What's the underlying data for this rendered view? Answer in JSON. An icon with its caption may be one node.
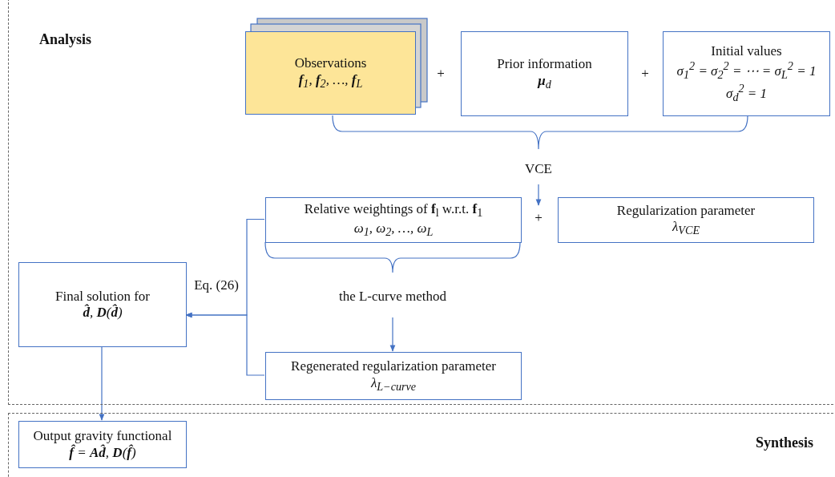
{
  "diagram": {
    "nodes": [
      {
        "text": [
          "Analysis"
        ]
      },
      {
        "text": [
          "Observations",
          "**f**$_{1}$, **f**$_{2}$, …, **f**$_{L}$"
        ],
        "in": 0
      },
      {
        "text": [
          "Prior information",
          "**μ**$_{d}$"
        ],
        "in": 0
      },
      {
        "text": [
          "Initial values",
          "σ$_{1}$$^{2}$ = σ$_{2}$$^{2}$ = ⋯ = σ$_{L}$$^{2}$ = 1",
          "σ$_{d}$$^{2}$ = 1"
        ],
        "in": 0
      },
      {
        "text": [
          "Relative weightings of **f**$_{l}$ w.r.t. **f**$_{1}$",
          "ω$_{1}$, ω$_{2}$, …, ω$_{L}$"
        ],
        "in": 0
      },
      {
        "text": [
          "Regularization parameter",
          "λ$_{VCE}$"
        ],
        "in": 0
      },
      {
        "text": [
          "Final solution for",
          "**d̂**,  **D**(**d̂**)"
        ],
        "in": 0
      },
      {
        "text": [
          "Regenerated regularization parameter",
          "λ$_{L−curve}$"
        ],
        "in": 0
      },
      {
        "text": [
          "Synthesis"
        ]
      },
      {
        "text": [
          "Output gravity functional",
          "**f̂** = **Ad̂**,  **D**(**f̂**)"
        ],
        "in": 8
      }
    ],
    "edges": [
      {
        "from": null,
        "to": 7,
        "arrow": "to",
        "label": "the L-curve method"
      },
      {
        "from": 4,
        "to": 6,
        "arrow": "to",
        "label": "Eq. (26)"
      },
      {
        "from": 7,
        "to": 6,
        "arrow": "to"
      },
      {
        "from": 6,
        "to": 9,
        "arrow": "to"
      }
    ],
    "labels": [
      "+",
      "+",
      "VCE",
      "+"
    ]
  }
}
